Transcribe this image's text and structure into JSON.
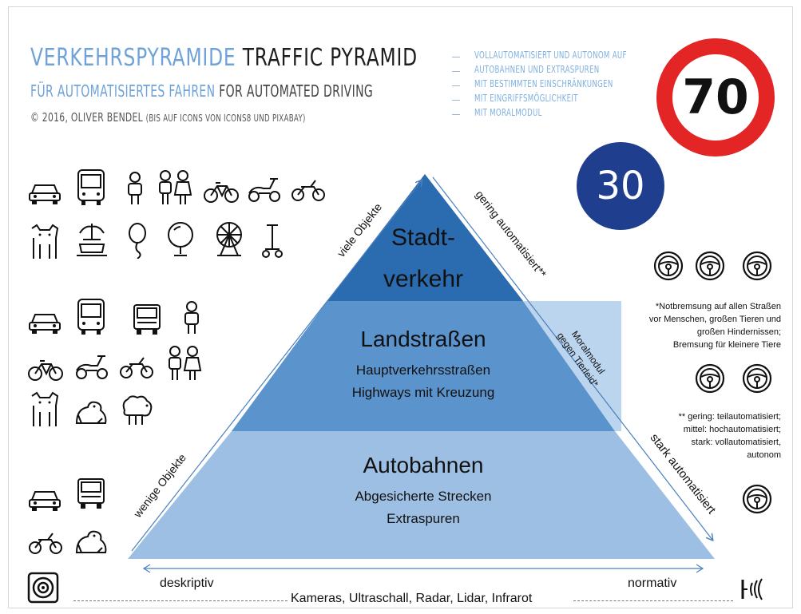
{
  "header": {
    "title_de": "VERKEHRSPYRAMIDE",
    "title_en": "TRAFFIC PYRAMID",
    "subtitle_de": "FÜR AUTOMATISIERTES FAHREN",
    "subtitle_en": "FOR AUTOMATED DRIVING",
    "credit": "© 2016, OLIVER BENDEL",
    "credit_small": "(BIS AUF ICONS VON ICONS8 UND PIXABAY)"
  },
  "levels_list": [
    "VOLLAUTOMATISIERT UND AUTONOM AUF",
    "AUTOBAHNEN UND EXTRASPUREN",
    "MIT BESTIMMTEN EINSCHRÄNKUNGEN",
    "MIT EINGRIFFSMÖGLICHKEIT",
    "MIT MORALMODUL"
  ],
  "signs": {
    "speed_70": "70",
    "speed_30": "30",
    "red": "#e32526",
    "blue": "#1f3f8e"
  },
  "pyramid": {
    "top": {
      "line1": "Stadt-",
      "line2": "verkehr",
      "color": "#2b6bb0"
    },
    "middle": {
      "title": "Landstraßen",
      "line1": "Hauptverkehrsstraßen",
      "line2": "Highways mit Kreuzung",
      "color": "#5b93cd"
    },
    "bottom": {
      "title": "Autobahnen",
      "line1": "Abgesicherte Strecken",
      "line2": "Extraspuren",
      "color": "#9dbfe3"
    },
    "moral_box": {
      "line1": "Moralmodul",
      "line2": "gegen Tierleid*",
      "color": "#bcd5ee"
    }
  },
  "side_labels": {
    "left_top": "viele Objekte",
    "left_bottom": "wenige Objekte",
    "right_top": "gering automatisiert**",
    "right_bottom": "stark automatisiert"
  },
  "notes": {
    "star": [
      "*Notbremsung auf allen Straßen",
      "vor Menschen, großen Tieren und",
      "großen Hindernissen;",
      "Bremsung für kleinere Tiere"
    ],
    "double_star": [
      "** gering: teilautomatisiert;",
      "mittel: hochautomatisiert;",
      "stark: vollautomatisiert,",
      "autonom"
    ]
  },
  "bottom": {
    "left": "deskriptiv",
    "right": "normativ",
    "sensors": "Kameras, Ultraschall, Radar, Lidar, Infrarot"
  }
}
